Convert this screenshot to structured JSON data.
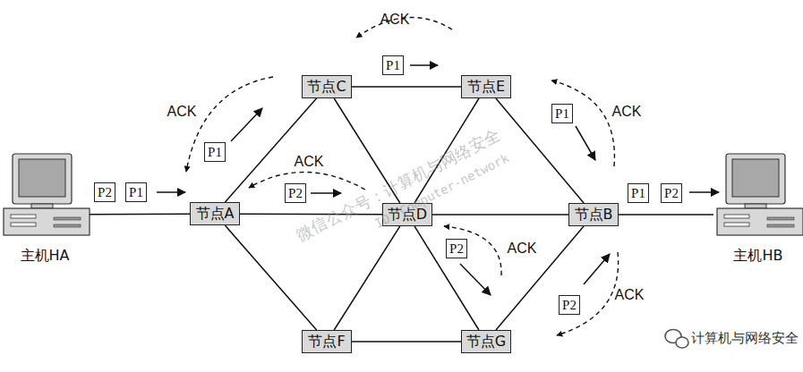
{
  "diagram": {
    "nodes": [
      {
        "text": [
          "主机HA"
        ]
      },
      {
        "text": [
          "P2"
        ]
      },
      {
        "text": [
          "P1"
        ]
      },
      {
        "text": [
          "节点A"
        ]
      },
      {
        "text": [
          "节点C"
        ]
      },
      {
        "text": [
          "P1"
        ]
      },
      {
        "text": [
          "P1"
        ]
      },
      {
        "text": [
          "节点E"
        ]
      },
      {
        "text": [
          "P1"
        ]
      },
      {
        "text": [
          "P2"
        ]
      },
      {
        "text": [
          "节点D"
        ]
      },
      {
        "text": [
          "P2"
        ]
      },
      {
        "text": [
          "节点F"
        ]
      },
      {
        "text": [
          "节点G"
        ]
      },
      {
        "text": [
          "P2"
        ]
      },
      {
        "text": [
          "节点B"
        ]
      },
      {
        "text": [
          "P1"
        ]
      },
      {
        "text": [
          "P2"
        ]
      },
      {
        "text": [
          "主机HB"
        ]
      }
    ],
    "edges": [
      {
        "from": 0,
        "to": 3,
        "arrow": "none"
      },
      {
        "from": 3,
        "to": 4,
        "arrow": "none"
      },
      {
        "from": 3,
        "to": 10,
        "arrow": "none"
      },
      {
        "from": 3,
        "to": 12,
        "arrow": "none"
      },
      {
        "from": 4,
        "to": 7,
        "arrow": "none"
      },
      {
        "from": 4,
        "to": 10,
        "arrow": "none"
      },
      {
        "from": 7,
        "to": 10,
        "arrow": "none"
      },
      {
        "from": 7,
        "to": 15,
        "arrow": "none"
      },
      {
        "from": 10,
        "to": 15,
        "arrow": "none"
      },
      {
        "from": 10,
        "to": 12,
        "arrow": "none"
      },
      {
        "from": 10,
        "to": 13,
        "arrow": "none"
      },
      {
        "from": 12,
        "to": 13,
        "arrow": "none"
      },
      {
        "from": 13,
        "to": 15,
        "arrow": "none"
      },
      {
        "from": 15,
        "to": 18,
        "arrow": "none"
      }
    ],
    "labels": [
      "ACK",
      "ACK",
      "ACK",
      "ACK",
      "ACK",
      "ACK",
      "微信公众号：计算机与网络安全",
      "ID：Computer-network",
      "计算机与网络安全"
    ]
  }
}
